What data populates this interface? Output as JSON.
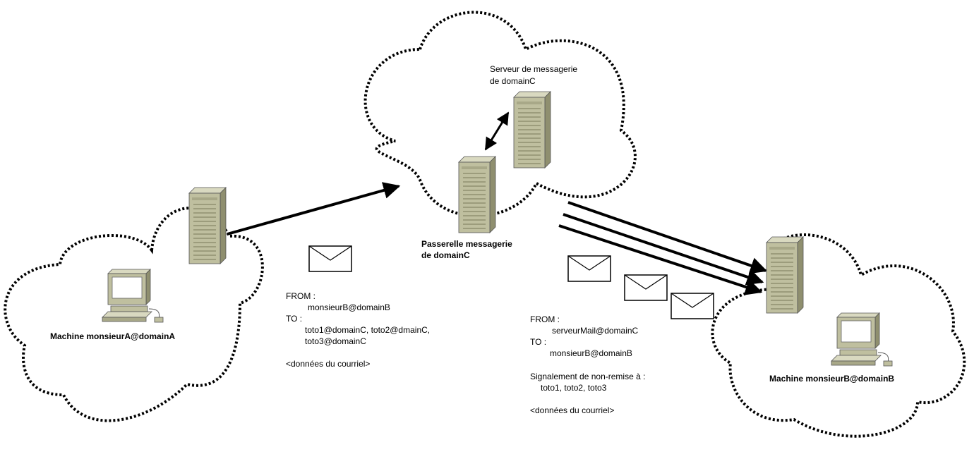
{
  "clouds": {
    "cloud_a": {
      "machine_label": "Machine monsieurA@domainA"
    },
    "cloud_c": {
      "server_label_line1": "Serveur de messagerie",
      "server_label_line2": "de domainC",
      "gateway_label_line1": "Passerelle messagerie",
      "gateway_label_line2": "de domainC"
    },
    "cloud_b": {
      "machine_label": "Machine monsieurB@domainB"
    }
  },
  "message_1": {
    "from_label": "FROM :",
    "from_value": "monsieurB@domainB",
    "to_label": "TO :",
    "to_value_line1": "toto1@domainC, toto2@dmainC,",
    "to_value_line2": "toto3@domainC",
    "body": "<données du courriel>"
  },
  "message_2": {
    "from_label": "FROM :",
    "from_value": "serveurMail@domainC",
    "to_label": "TO :",
    "to_value": "monsieurB@domainB",
    "notice_label": "Signalement de non-remise à :",
    "notice_value": "toto1, toto2, toto3",
    "body": "<données du courriel>"
  },
  "colors": {
    "server_front": "#bfbf9f",
    "server_side": "#8f8f6f",
    "server_top": "#d9d9c0",
    "outline": "#000000"
  },
  "icons": [
    "cloud-outline",
    "server-tower-icon",
    "desktop-computer-icon",
    "envelope-icon",
    "arrow"
  ]
}
